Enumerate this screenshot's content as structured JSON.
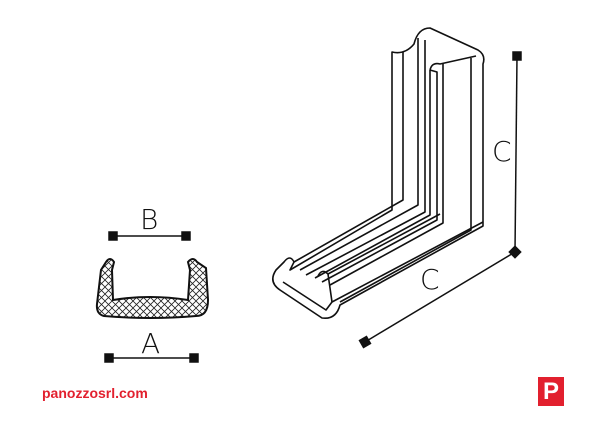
{
  "labels": {
    "b": "B",
    "a": "A",
    "c_height": "C",
    "c_length": "C"
  },
  "footer": {
    "website": "panozzosrl.com",
    "logo_letter": "P"
  },
  "colors": {
    "brand": "#e2202e",
    "line": "#111111"
  }
}
